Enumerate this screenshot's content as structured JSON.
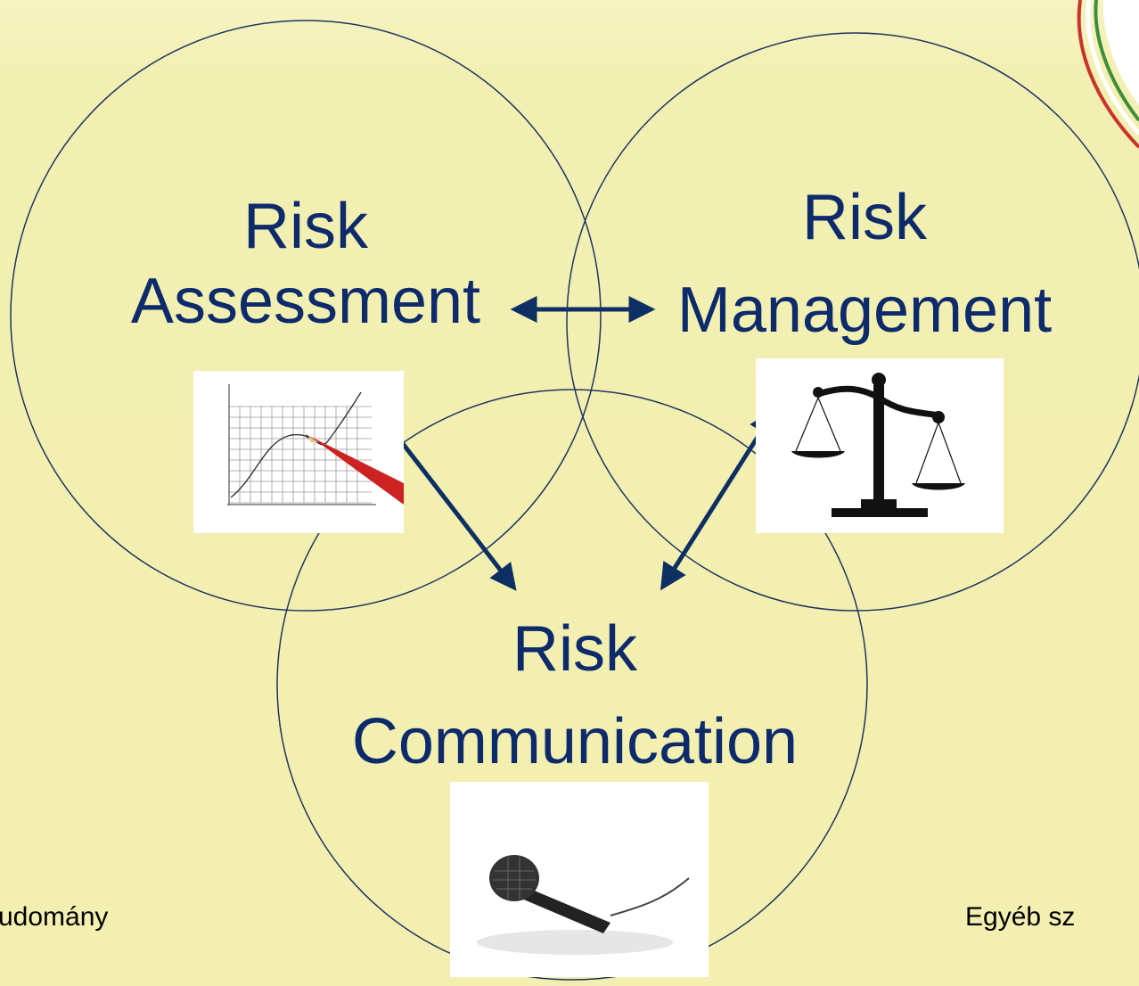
{
  "diagram": {
    "circles": [
      {
        "name": "assessment-circle"
      },
      {
        "name": "management-circle"
      },
      {
        "name": "communication-circle"
      }
    ],
    "labels": {
      "assessment": {
        "line1": "Risk",
        "line2": "Assessment"
      },
      "management": {
        "line1": "Risk",
        "line2": "Management"
      },
      "communication": {
        "line1": "Risk",
        "line2": "Communication"
      }
    },
    "arrows": [
      {
        "from": "assessment",
        "to": "management",
        "bidirectional": true
      },
      {
        "from": "assessment",
        "to": "communication",
        "bidirectional": true
      },
      {
        "from": "management",
        "to": "communication",
        "bidirectional": true
      }
    ],
    "icons": {
      "assessment": "line-graph-with-pencil-icon",
      "management": "balance-scale-icon",
      "communication": "microphone-icon"
    },
    "colors": {
      "background": "#f2efb0",
      "text": "#0d2a6b",
      "arrow": "#0d2f63",
      "circle_stroke": "#1f3560"
    }
  },
  "footer": {
    "left_text": "udomány",
    "right_text": "Egyéb sz"
  }
}
